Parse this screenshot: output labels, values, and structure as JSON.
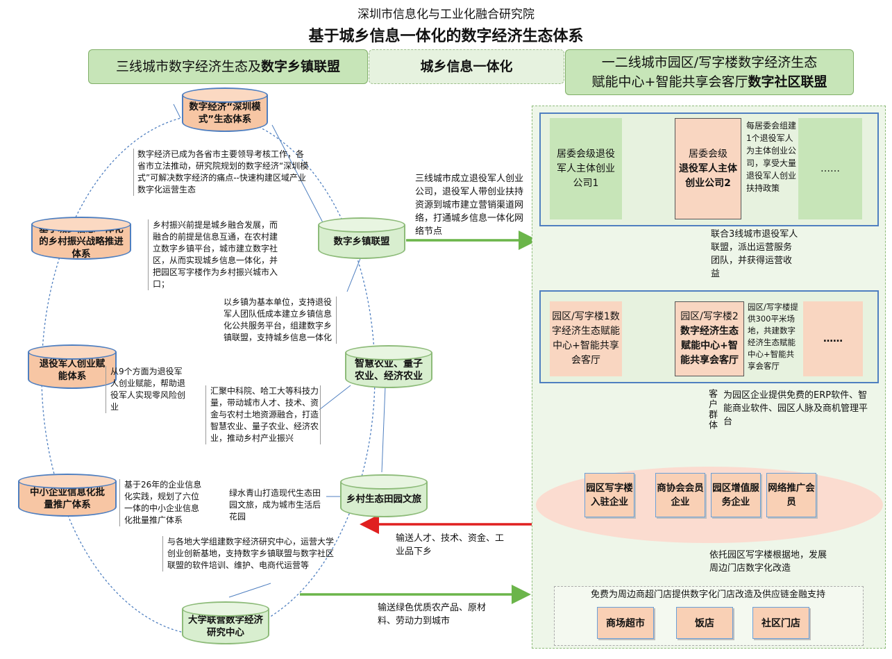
{
  "header": {
    "org": "深圳市信息化与工业化融合研究院",
    "title": "基于城乡信息一体化的数字经济生态体系",
    "left_prefix": "三线城市数字经济生态及",
    "left_bold": "数字乡镇联盟",
    "middle": "城乡信息一体化",
    "right_line1": "一二线城市园区/写字楼数字经济生态",
    "right_line2_prefix": "赋能中心+智能共享会客厅",
    "right_line2_bold": "数字社区联盟"
  },
  "left_nodes": {
    "shenzhen_model": "数字经济“深圳模式”生态体系",
    "rural_revitalization": "基于城乡信息一体化的乡村振兴战略推进体系",
    "veterans": "退役军人创业赋能体系",
    "sme": "中小企业信息化批量推广体系",
    "university": "大学联营数字经济研究中心"
  },
  "inner_nodes": {
    "digital_town": "数字乡镇联盟",
    "smart_agri": "智慧农业、量子农业、经济农业",
    "rural_tour": "乡村生态田园文旅"
  },
  "notes": {
    "n1": "数字经济已成为各省市主要领导考核工作，各省市立法推动，研究院规划的数字经济“深圳模式”可解决数字经济的痛点--快速构建区域产业数字化运营生态",
    "n2": "乡村振兴前提是城乡融合发展，而融合的前提是信息互通，在农村建立数字乡镇平台，城市建立数字社区，从而实现城乡信息一体化，并把园区写字楼作为乡村振兴城市入口；",
    "n3": "以乡镇为基本单位，支持退役军人团队低成本建立乡镇信息化公共服务平台，组建数字乡镇联盟，支持城乡信息一体化",
    "n4": "从9个方面为退役军人创业赋能，帮助退役军人实现零风险创业",
    "n5": "汇聚中科院、哈工大等科技力量，带动城市人才、技术、资金与农村土地资源融合，打造智慧农业、量子农业、经济农业，推动乡村产业振兴",
    "n6": "基于26年的企业信息化实践，规划了六位一体的中小企业信息化批量推广体系",
    "n7": "绿水青山打造现代生态田园文旅，成为城市生活后花园",
    "n8": "与各地大学组建数字经济研究中心，运营大学创业创新基地，支持数字乡镇联盟与数字社区联盟的软件培训、维护、电商代运营等"
  },
  "arrows": {
    "a1": "三线城市成立退役军人创业公司，退役军人带创业扶持资源到城市建立营销渠道网络，打通城乡信息一体化网络节点",
    "a2": "输送人才、技术、资金、工业品下乡",
    "a3": "输送绿色优质农产品、原材料、劳动力到城市"
  },
  "right": {
    "c1": "居委会级退役军人主体创业公司1",
    "c2_prefix": "居委会级",
    "c2_bold": "退役军人主体创业公司2",
    "c2_desc": "每居委会组建1个退役军人为主体创业公司，享受大量退役军人创业扶持政策",
    "ellipsis": "……",
    "flow1": "联合3线城市退役军人联盟，派出运营服务团队，并获得运营收益",
    "p1": "园区/写字楼1数字经济生态赋能中心+智能共享会客厅",
    "p2_prefix": "园区/写字楼2",
    "p2_bold": "数字经济生态赋能中心+智能共享会客厅",
    "p2_desc": "园区/写字楼提供300平米场地，共建数字经济生态赋能中心+智能共享会客厅",
    "client": "客户群体",
    "flow2": "为园区企业提供免费的ERP软件、智能商业软件、园区人脉及商机管理平台",
    "o1": "园区写字楼入驻企业",
    "o2": "商协会会员企业",
    "o3": "园区增值服务企业",
    "o4": "网络推广会员",
    "flow3": "依托园区写字楼根据地，发展周边门店数字化改造",
    "shop_title": "免费为周边商超门店提供数字化门店改造及供应链金融支持",
    "s1": "商场超市",
    "s2": "饭店",
    "s3": "社区门店"
  },
  "colors": {
    "green_arrow": "#6bb54a",
    "red_arrow": "#e02020",
    "blue_border": "#4f7fc0"
  }
}
